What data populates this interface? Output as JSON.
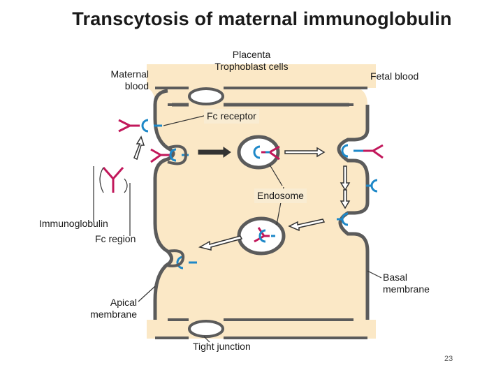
{
  "title": "Transcytosis of maternal immunoglobulin",
  "labels": {
    "maternal_blood_line1": "Maternal",
    "maternal_blood_line2": "blood",
    "placenta_line1": "Placenta",
    "placenta_line2": "Trophoblast cells",
    "fetal_blood": "Fetal blood",
    "fc_receptor": "Fc receptor",
    "endosome": "Endosome",
    "immunoglobulin": "Immunoglobulin",
    "fc_region": "Fc region",
    "basal_line1": "Basal",
    "basal_line2": "membrane",
    "apical_line1": "Apical",
    "apical_line2": "membrane",
    "tight_junction": "Tight junction"
  },
  "page_number": "23",
  "colors": {
    "cytoplasm": "#fbe8c6",
    "membrane": "#5b5b5b",
    "immunoglobulin": "#c2185b",
    "fc_receptor": "#1e88c8",
    "arrow_fill": "#ffffff",
    "arrow_stroke": "#333333"
  }
}
